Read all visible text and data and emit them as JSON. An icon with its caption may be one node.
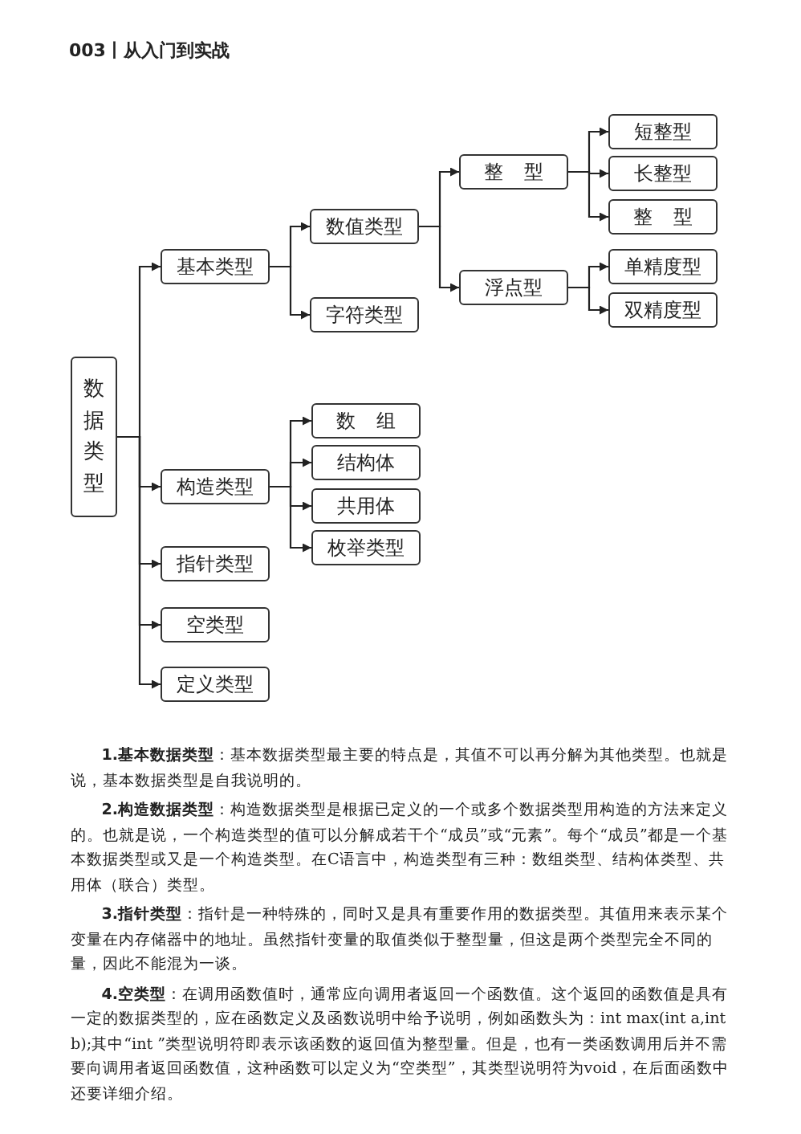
{
  "diagram": {
    "nodes": [
      {
        "text": [
          "数据类型"
        ]
      },
      {
        "text": [
          "基本类型"
        ]
      },
      {
        "text": [
          "数值类型"
        ]
      },
      {
        "text": [
          "字符类型"
        ]
      },
      {
        "text": [
          "整 型"
        ]
      },
      {
        "text": [
          "浮点型"
        ]
      },
      {
        "text": [
          "短整型"
        ]
      },
      {
        "text": [
          "长整型"
        ]
      },
      {
        "text": [
          "整 型"
        ]
      },
      {
        "text": [
          "单精度型"
        ]
      },
      {
        "text": [
          "双精度型"
        ]
      },
      {
        "text": [
          "构造类型"
        ]
      },
      {
        "text": [
          "数 组"
        ]
      },
      {
        "text": [
          "结构体"
        ]
      },
      {
        "text": [
          "共用体"
        ]
      },
      {
        "text": [
          "枚举类型"
        ]
      },
      {
        "text": [
          "指针类型"
        ]
      },
      {
        "text": [
          "空类型"
        ]
      },
      {
        "text": [
          "定义类型"
        ]
      }
    ],
    "edges": [
      {
        "from": 0,
        "to": 1,
        "arrow": "to"
      },
      {
        "from": 0,
        "to": 11,
        "arrow": "to"
      },
      {
        "from": 0,
        "to": 16,
        "arrow": "to"
      },
      {
        "from": 0,
        "to": 17,
        "arrow": "to"
      },
      {
        "from": 0,
        "to": 18,
        "arrow": "to"
      },
      {
        "from": 1,
        "to": 2,
        "arrow": "to"
      },
      {
        "from": 1,
        "to": 3,
        "arrow": "to"
      },
      {
        "from": 2,
        "to": 4,
        "arrow": "to"
      },
      {
        "from": 2,
        "to": 5,
        "arrow": "to"
      },
      {
        "from": 4,
        "to": 6,
        "arrow": "to"
      },
      {
        "from": 4,
        "to": 7,
        "arrow": "to"
      },
      {
        "from": 4,
        "to": 8,
        "arrow": "to"
      },
      {
        "from": 5,
        "to": 9,
        "arrow": "to"
      },
      {
        "from": 5,
        "to": 10,
        "arrow": "to"
      },
      {
        "from": 11,
        "to": 12,
        "arrow": "to"
      },
      {
        "from": 11,
        "to": 13,
        "arrow": "to"
      },
      {
        "from": 11,
        "to": 14,
        "arrow": "to"
      },
      {
        "from": 11,
        "to": 15,
        "arrow": "to"
      }
    ],
    "labels": [
      "003丨从入门到实战",
      "**1.基本数据类型**：基本数据类型最主要的特点是，其值不可以再分解为其他类型。也就是说，基本数据类型是自我说明的。",
      "**2.构造数据类型**：构造数据类型是根据已定义的一个或多个数据类型用构造的方法来定义的。也就是说，一个构造类型的值可以分解成若干个“成员”或“元素”。每个“成员”都是一个基本数据类型或又是一个构造类型。在C语言中，构造类型有三种：数组类型、结构体类型、共用体（联合）类型。",
      "**3.指针类型**：指针是一种特殊的，同时又是具有重要作用的数据类型。其值用来表示某个变量在内存储器中的地址。虽然指针变量的取值类似于整型量，但这是两个类型完全不同的量，因此不能混为一谈。",
      "**4.空类型**：在调用函数值时，通常应向调用者返回一个函数值。这个返回的函数值是具有一定的数据类型的，应在函数定义及函数说明中给予说明，例如函数头为：int max(int a,int b);其中“int ”类型说明符即表示该函数的返回值为整型量。但是，也有一类函数调用后并不需要向调用者返回函数值，这种函数可以定义为“空类型”，其类型说明符为void，在后面函数中还要详细介绍。"
    ]
  }
}
